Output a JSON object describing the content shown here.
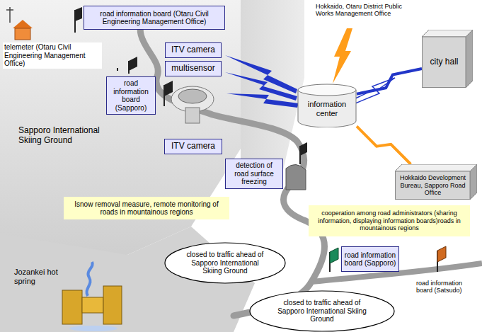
{
  "diagram": {
    "nodes": [
      {
        "text": [
          "road information board (Otaru Civil Engineering Management Office)"
        ]
      },
      {
        "text": [
          "ITV camera"
        ]
      },
      {
        "text": [
          "multisensor"
        ]
      },
      {
        "text": [
          "city hall"
        ]
      },
      {
        "text": [
          "road information board (Sapporo)"
        ]
      },
      {
        "text": [
          "information center"
        ]
      },
      {
        "text": [
          "ITV camera"
        ]
      },
      {
        "text": [
          "detection of road surface freezing"
        ]
      },
      {
        "text": [
          "Isnow removal measure, remote monitoring of roads in mountainous regions"
        ]
      },
      {
        "text": [
          "Hokkaido Development Bureau, Sapporo Road Office"
        ]
      },
      {
        "text": [
          "cooperation among road administrators (sharing information, displaying information boards)roads in mountainous regions"
        ]
      },
      {
        "text": [
          "closed to traffic ahead of Sapporo International Skiing Ground"
        ]
      },
      {
        "text": [
          "road information board (Sapporo)"
        ]
      },
      {
        "text": [
          "closed to traffic ahead of Sapporo International Skiing Ground"
        ]
      }
    ],
    "edges": [
      {
        "from": 5,
        "to": 3,
        "arrow": "none"
      },
      {
        "from": 5,
        "to": 9,
        "arrow": "none"
      }
    ],
    "labels": [
      "telemeter (Otaru Civil Engineering Management Office)",
      "Hokkaido, Otaru District Public Works Management Office",
      "Sapporo International Skiing Ground",
      "Jozankei hot spring",
      "road information board (Satsudo)"
    ]
  }
}
